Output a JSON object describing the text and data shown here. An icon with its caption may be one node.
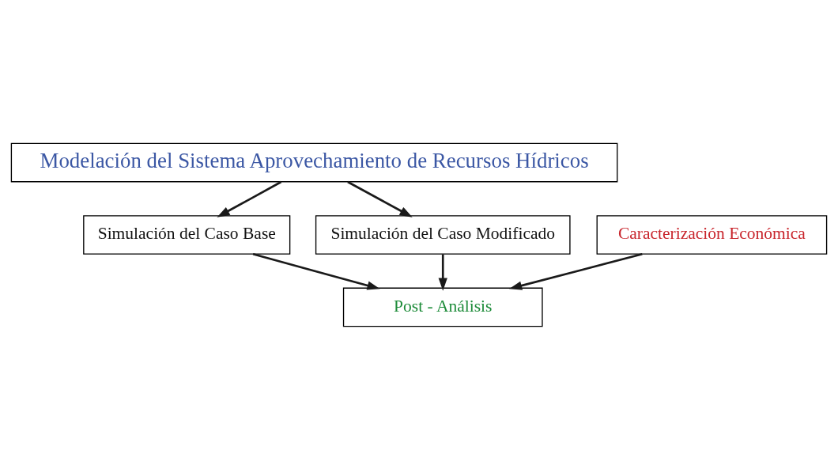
{
  "diagram": {
    "nodes": [
      {
        "text": [
          "Modelación del Sistema Aprovechamiento de Recursos Hídricos"
        ]
      },
      {
        "text": [
          "Simulación del Caso Base"
        ]
      },
      {
        "text": [
          "Caracterización Económica"
        ]
      },
      {
        "text": [
          "Simulación del Caso Modificado"
        ]
      },
      {
        "text": [
          "Post - Análisis"
        ]
      }
    ],
    "edges": [
      {
        "from": 0,
        "to": 1,
        "arrow": "to"
      },
      {
        "from": 0,
        "to": 3,
        "arrow": "to"
      },
      {
        "from": 1,
        "to": 4,
        "arrow": "to"
      },
      {
        "from": 2,
        "to": 4,
        "arrow": "to"
      },
      {
        "from": 3,
        "to": 4,
        "arrow": "to"
      }
    ]
  }
}
